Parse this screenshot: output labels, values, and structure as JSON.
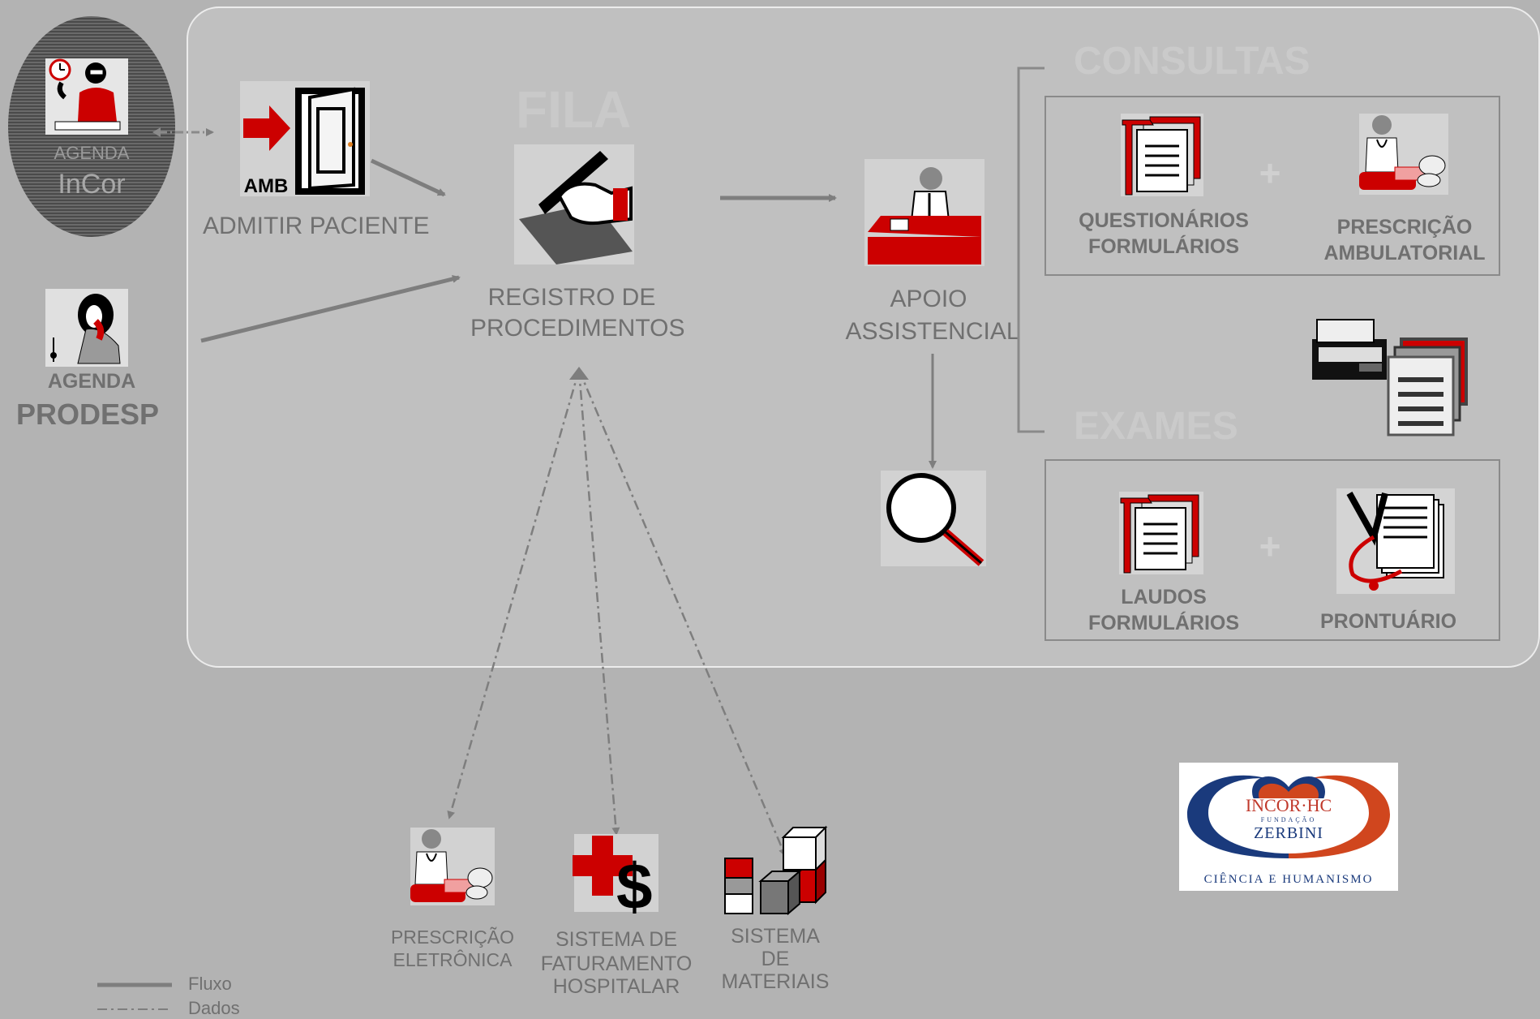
{
  "agenda_incor": {
    "line1": "AGENDA",
    "line2": "InCor"
  },
  "agenda_prodesp": {
    "line1": "AGENDA",
    "line2": "PRODESP"
  },
  "admitir": {
    "badge": "AMB",
    "label": "ADMITIR PACIENTE"
  },
  "fila": {
    "title": "FILA",
    "line1": "REGISTRO DE",
    "line2": "PROCEDIMENTOS"
  },
  "apoio": {
    "line1": "APOIO",
    "line2": "ASSISTENCIAL"
  },
  "consultas": {
    "title": "CONSULTAS",
    "item1": {
      "line1": "QUESTIONÁRIOS",
      "line2": "FORMULÁRIOS"
    },
    "plus": "+",
    "item2": {
      "line1": "PRESCRIÇÃO",
      "line2": "AMBULATORIAL"
    }
  },
  "exames": {
    "title": "EXAMES",
    "item1": {
      "line1": "LAUDOS",
      "line2": "FORMULÁRIOS"
    },
    "plus": "+",
    "item2": {
      "line1": "PRONTUÁRIO"
    }
  },
  "systems": {
    "prescricao": {
      "line1": "PRESCRIÇÃO",
      "line2": "ELETRÔNICA"
    },
    "faturamento": {
      "line1": "SISTEMA DE",
      "line2": "FATURAMENTO",
      "line3": "HOSPITALAR"
    },
    "materiais": {
      "line1": "SISTEMA",
      "line2": "DE",
      "line3": "MATERIAIS"
    }
  },
  "logo": {
    "line1": "INCOR·HC",
    "line2": "FUNDAÇÃO",
    "line3": "ZERBINI",
    "line4": "CIÊNCIA E HUMANISMO"
  },
  "legend": {
    "fluxo": "Fluxo",
    "dados": "Dados"
  },
  "colors": {
    "accent_red": "#cc0000",
    "logo_blue": "#1a3a7c",
    "logo_orange": "#d0461e"
  }
}
